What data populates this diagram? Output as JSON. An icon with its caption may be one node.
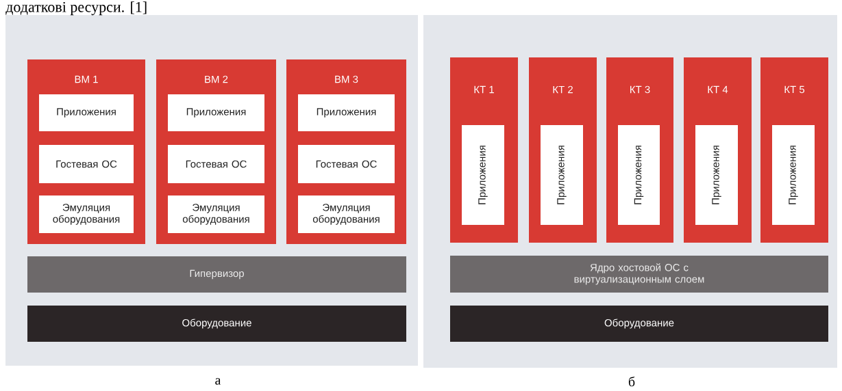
{
  "diagram": {
    "nodes": [
      {
        "text": [],
        "shape": "box"
      },
      {
        "text": [
          "ВМ 1"
        ],
        "in": 0
      },
      {
        "text": [
          "Приложения"
        ],
        "in": 1
      },
      {
        "text": [
          "Гостевая ОС"
        ],
        "in": 1
      },
      {
        "text": [
          "Эмуляция оборудования"
        ],
        "in": 1
      },
      {
        "text": [
          "ВМ 2"
        ],
        "in": 0
      },
      {
        "text": [
          "Приложения"
        ],
        "in": 5
      },
      {
        "text": [
          "Гостевая ОС"
        ],
        "in": 5
      },
      {
        "text": [
          "Эмуляция оборудования"
        ],
        "in": 5
      },
      {
        "text": [
          "ВМ 3"
        ],
        "in": 0
      },
      {
        "text": [
          "Приложения"
        ],
        "in": 9
      },
      {
        "text": [
          "Гостевая ОС"
        ],
        "in": 9
      },
      {
        "text": [
          "Эмуляция оборудования"
        ],
        "in": 9
      },
      {
        "text": [
          "Гипервизор"
        ],
        "in": 0
      },
      {
        "text": [
          "Оборудование"
        ],
        "in": 0
      },
      {
        "text": [],
        "shape": "box"
      },
      {
        "text": [
          "КТ 1"
        ],
        "in": 15
      },
      {
        "text": [
          "Приложения"
        ],
        "in": 16
      },
      {
        "text": [
          "КТ 2"
        ],
        "in": 15
      },
      {
        "text": [
          "Приложения"
        ],
        "in": 18
      },
      {
        "text": [
          "КТ 3"
        ],
        "in": 15
      },
      {
        "text": [
          "Приложения"
        ],
        "in": 20
      },
      {
        "text": [
          "КТ 4"
        ],
        "in": 15
      },
      {
        "text": [
          "Приложения"
        ],
        "in": 22
      },
      {
        "text": [
          "КТ 5"
        ],
        "in": 15
      },
      {
        "text": [
          "Приложения"
        ],
        "in": 24
      },
      {
        "text": [
          "Ядро хостовой ОС с виртуализационным слоем"
        ],
        "in": 15
      },
      {
        "text": [
          "Оборудование"
        ],
        "in": 15
      }
    ],
    "labels": [
      "додаткові ресурси. [1]",
      "а",
      "б"
    ]
  }
}
